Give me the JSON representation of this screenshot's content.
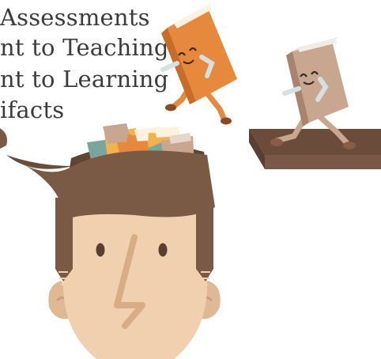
{
  "text_lines": [
    "Assessments",
    "nt to Teaching",
    "nt to Learning",
    "ifacts"
  ],
  "colors": {
    "text": "#3b3b3b",
    "hair": "#7a5a45",
    "skin": "#f1d0b0",
    "skin_shadow": "#e0b894",
    "book_orange": "#e6893c",
    "book_tan": "#c9a690",
    "shelf": "#6b4b3a",
    "book_teal": "#7aa59c",
    "book_yellow": "#f2b34a"
  },
  "illustration": {
    "head": "cartoon-head-with-open-top",
    "books": [
      "orange-book-character",
      "tan-book-character"
    ],
    "shelf": "wooden-shelf"
  }
}
